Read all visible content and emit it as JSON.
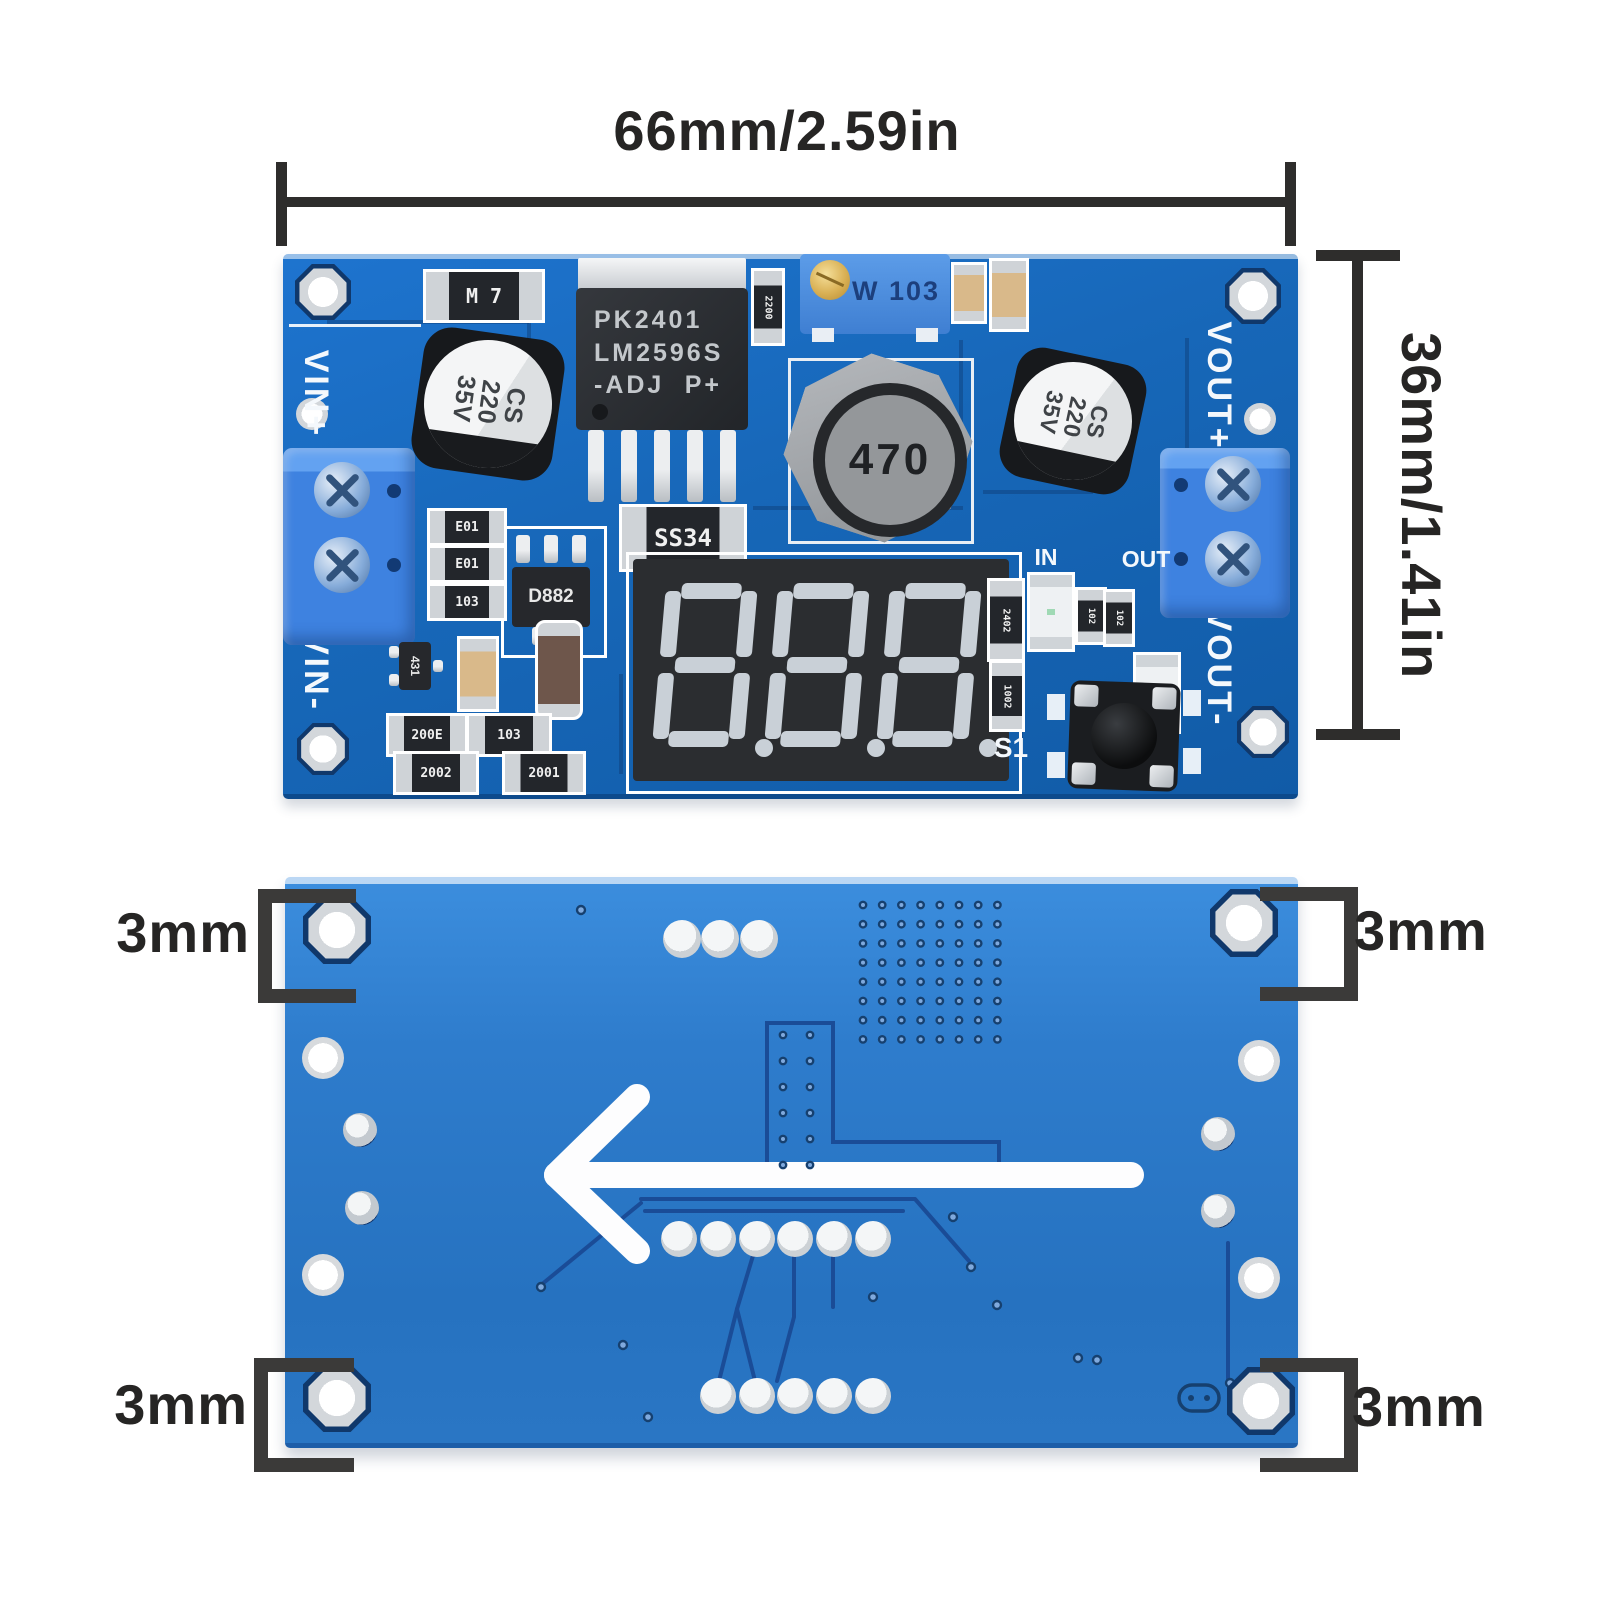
{
  "annotations": {
    "width_label": "66mm/2.59in",
    "height_label": "36mm/1.41in",
    "hole_top_left": "3mm",
    "hole_top_right": "3mm",
    "hole_bottom_left": "3mm",
    "hole_bottom_right": "3mm"
  },
  "front": {
    "silk": {
      "vin_plus": "VIN+",
      "vin_minus": "VIN-",
      "vout_plus": "VOUT+",
      "vout_minus": "VOUT-",
      "led_in": "IN",
      "led_out": "OUT",
      "switch": "S1"
    },
    "ic": {
      "line1": "PK2401",
      "line2": "LM2596S",
      "line3a": "-ADJ",
      "line3b": "P+"
    },
    "cap_input": {
      "l1": "CS",
      "l2": "220",
      "l3": "35V"
    },
    "cap_output": {
      "l1": "CS",
      "l2": "220",
      "l3": "35V"
    },
    "inductor": "470",
    "trimmer_logo": "W",
    "trimmer": "103",
    "diode_top": "M 7",
    "diode_mid": "SS34",
    "transistor": "D882",
    "sot23": "431",
    "display_value": "8.8.8",
    "smd": {
      "r2200": "2200",
      "stack": [
        "E01",
        "E01",
        "103"
      ],
      "bottom": [
        "200E",
        "103",
        "2002",
        "2001"
      ],
      "r2402": "2402",
      "r1002": "1002",
      "mid": [
        "102",
        "102"
      ]
    }
  }
}
